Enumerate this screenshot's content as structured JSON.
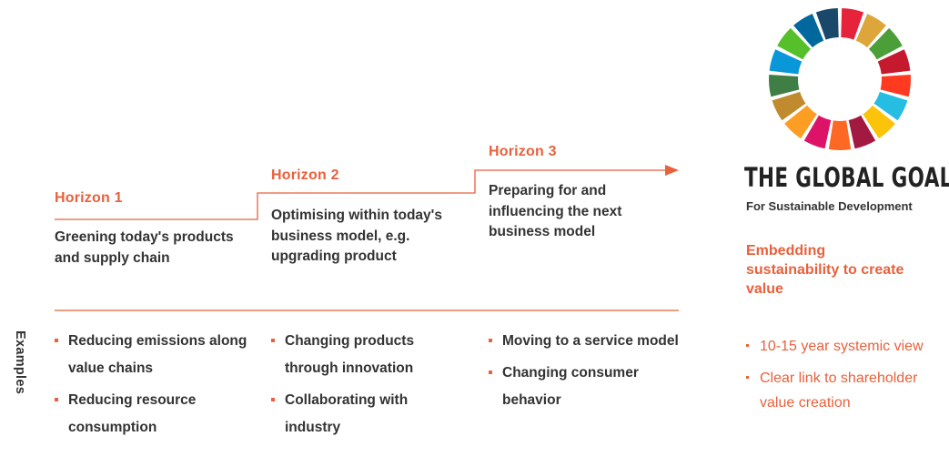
{
  "horizons": [
    {
      "title": "Horizon 1",
      "description": "Greening today's products and supply chain"
    },
    {
      "title": "Horizon 2",
      "description": "Optimising within today's business model, e.g. upgrading product"
    },
    {
      "title": "Horizon 3",
      "description": "Preparing for and influencing the next business model"
    }
  ],
  "examples_label": "Examples",
  "examples": [
    [
      "Reducing emissions along value chains",
      "Reducing resource consumption"
    ],
    [
      "Changing products through innovation",
      "Collaborating with industry"
    ],
    [
      "Moving to a service model",
      "Changing consumer behavior"
    ]
  ],
  "global_goals": {
    "title": "THE GLOBAL GOALS",
    "subtitle": "For Sustainable Development",
    "wheel_colors": [
      "#e5243b",
      "#dda63a",
      "#4c9f38",
      "#c5192d",
      "#ff3a21",
      "#26bde2",
      "#fcc30b",
      "#a21942",
      "#fd6925",
      "#dd1367",
      "#fd9d24",
      "#bf8b2e",
      "#3f7e44",
      "#0a97d9",
      "#56c02b",
      "#00689d",
      "#19486a"
    ]
  },
  "value": {
    "heading": "Embedding sustainability to create value",
    "bullets": [
      "10-15 year systemic view",
      "Clear link to shareholder value creation"
    ]
  },
  "colors": {
    "accent": "#e8613c",
    "text": "#333333"
  }
}
